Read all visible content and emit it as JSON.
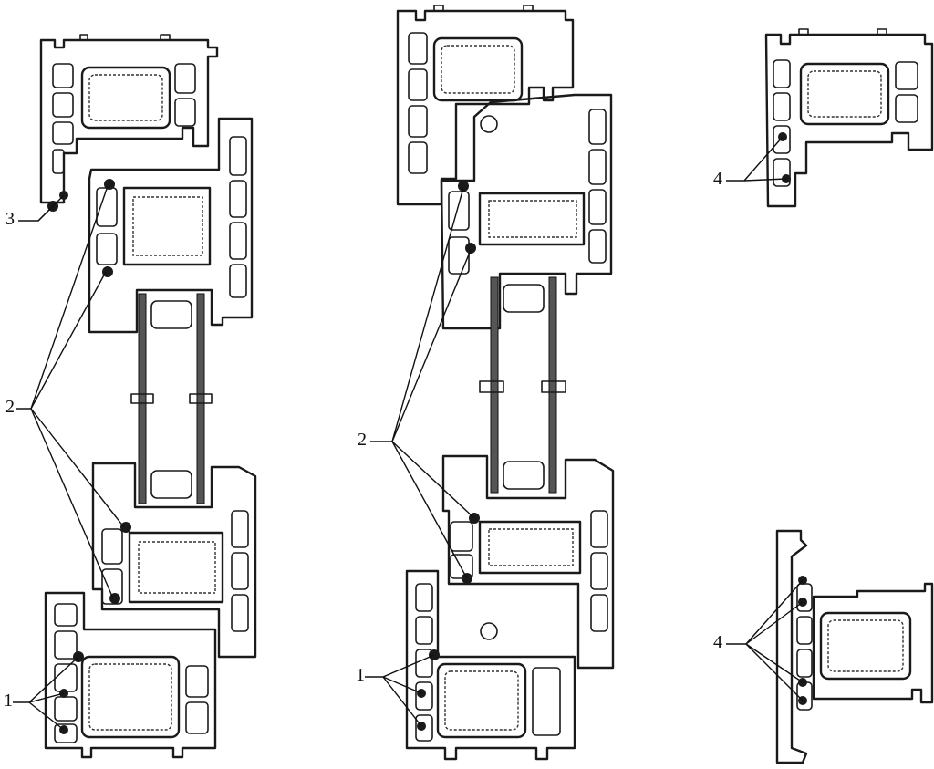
{
  "callouts": {
    "c1_left": "1",
    "c2_left": "2",
    "c3_left": "3",
    "c1_mid": "1",
    "c2_mid": "2",
    "c4_top": "4",
    "c4_bottom": "4"
  }
}
